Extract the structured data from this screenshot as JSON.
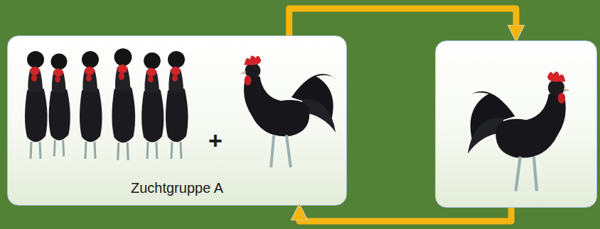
{
  "diagram": {
    "nodes": [
      {
        "text": [
          "+",
          "Zuchtgruppe A"
        ]
      },
      {
        "text": []
      }
    ],
    "edges": [
      {
        "from": 0,
        "to": 1,
        "arrow": "to"
      },
      {
        "from": 1,
        "to": 0,
        "arrow": "to"
      }
    ]
  }
}
